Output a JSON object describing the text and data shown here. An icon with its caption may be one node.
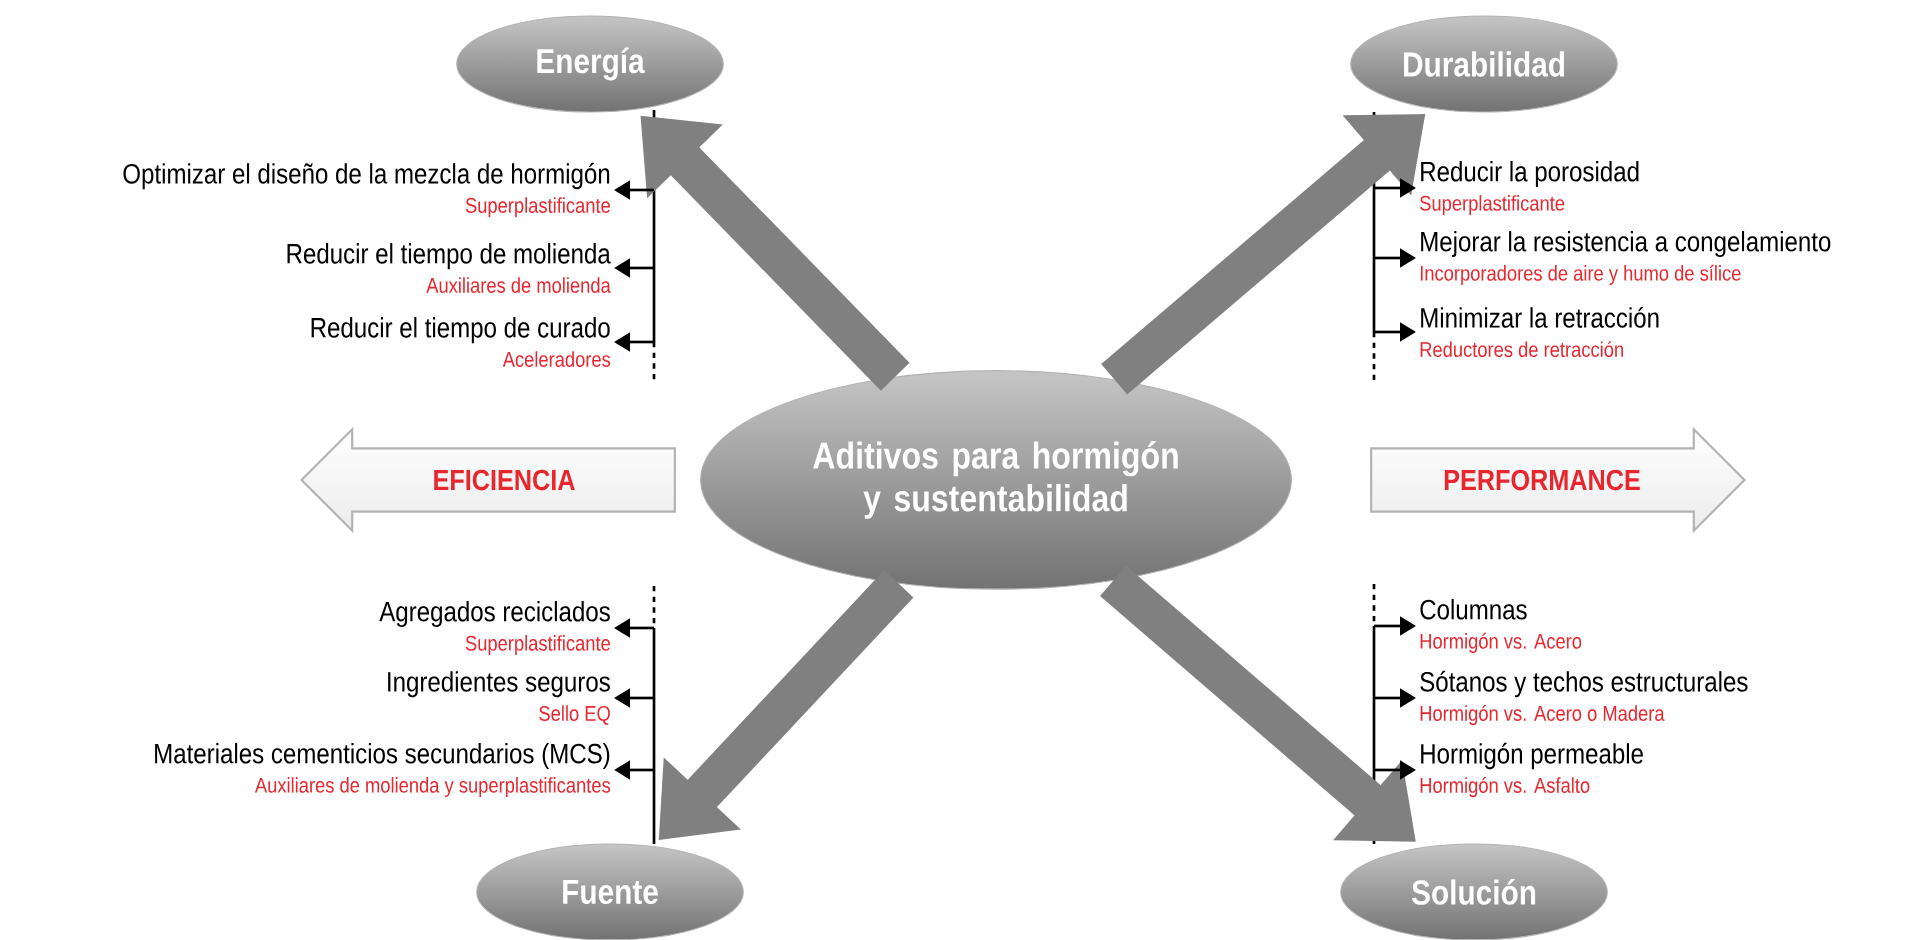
{
  "diagram": {
    "nodes": [
      {
        "text": [
          "Aditivos para hormigón y sustentabilidad"
        ]
      },
      {
        "text": [
          "Energía"
        ]
      },
      {
        "text": [
          "Durabilidad"
        ]
      },
      {
        "text": [
          "Fuente"
        ]
      },
      {
        "text": [
          "Solución"
        ]
      },
      {
        "text": [
          "EFICIENCIA"
        ]
      },
      {
        "text": [
          "PERFORMANCE"
        ]
      },
      {
        "text": [
          "Optimizar el diseño de la mezcla de hormigón",
          "Superplastificante"
        ]
      },
      {
        "text": [
          "Reducir el tiempo de molienda",
          "Auxiliares de molienda"
        ]
      },
      {
        "text": [
          "Reducir el tiempo de curado",
          "Aceleradores"
        ]
      },
      {
        "text": [
          "Reducir la porosidad",
          "Superplastificante"
        ]
      },
      {
        "text": [
          "Mejorar la resistencia a congelamiento",
          "Incorporadores de aire y humo de sílice"
        ]
      },
      {
        "text": [
          "Minimizar la retracción",
          "Reductores de retracción"
        ]
      },
      {
        "text": [
          "Agregados reciclados",
          "Superplastificante"
        ]
      },
      {
        "text": [
          "Ingredientes seguros",
          "Sello EQ"
        ]
      },
      {
        "text": [
          "Materiales cementicios secundarios (MCS)",
          "Auxiliares de molienda y superplastificantes"
        ]
      },
      {
        "text": [
          "Columnas",
          "Hormigón vs. Acero"
        ]
      },
      {
        "text": [
          "Sótanos y techos estructurales",
          "Hormigón vs. Acero o Madera"
        ]
      },
      {
        "text": [
          "Hormigón permeable",
          "Hormigón vs. Asfalto"
        ]
      },
      {
        "text": [],
        "shape": "bar"
      },
      {
        "text": [],
        "shape": "bar"
      },
      {
        "text": [],
        "shape": "bar"
      },
      {
        "text": [],
        "shape": "bar"
      }
    ],
    "edges": [
      {
        "from": 0,
        "to": 1,
        "arrow": "to",
        "style": "thick",
        "color": "#808080"
      },
      {
        "from": 0,
        "to": 2,
        "arrow": "to",
        "style": "thick",
        "color": "#808080"
      },
      {
        "from": 0,
        "to": 3,
        "arrow": "to",
        "style": "thick",
        "color": "#808080"
      },
      {
        "from": 0,
        "to": 4,
        "arrow": "to",
        "style": "thick",
        "color": "#808080"
      },
      {
        "from": 19,
        "to": 7,
        "arrow": "to"
      },
      {
        "from": 19,
        "to": 8,
        "arrow": "to"
      },
      {
        "from": 19,
        "to": 9,
        "arrow": "to"
      },
      {
        "from": 20,
        "to": 10,
        "arrow": "to"
      },
      {
        "from": 20,
        "to": 11,
        "arrow": "to"
      },
      {
        "from": 20,
        "to": 12,
        "arrow": "to"
      },
      {
        "from": 21,
        "to": 13,
        "arrow": "to"
      },
      {
        "from": 21,
        "to": 14,
        "arrow": "to"
      },
      {
        "from": 21,
        "to": 15,
        "arrow": "to"
      },
      {
        "from": 22,
        "to": 16,
        "arrow": "to"
      },
      {
        "from": 22,
        "to": 17,
        "arrow": "to"
      },
      {
        "from": 22,
        "to": 18,
        "arrow": "to"
      }
    ]
  }
}
